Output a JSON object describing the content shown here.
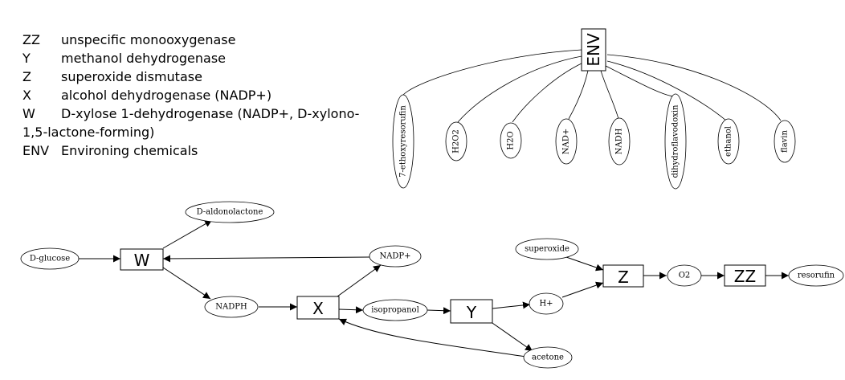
{
  "legend": [
    {
      "code": "ZZ",
      "desc": "unspecific monooxygenase"
    },
    {
      "code": "Y",
      "desc": "methanol dehydrogenase"
    },
    {
      "code": "Z",
      "desc": "superoxide dismutase"
    },
    {
      "code": "X",
      "desc": "alcohol dehydrogenase (NADP+)"
    },
    {
      "code": "W",
      "desc": "D-xylose 1-dehydrogenase (NADP+, D-xylono-1,5-lactone-forming)"
    },
    {
      "code": "ENV",
      "desc": "Environing chemicals"
    }
  ],
  "env": {
    "label": "ENV",
    "chemicals": [
      "7-ethoxyresorufin",
      "H2O2",
      "H2O",
      "NAD+",
      "NADH",
      "dihydroflavodoxin",
      "ethanol",
      "flavin"
    ]
  },
  "enzymes": {
    "W": "W",
    "X": "X",
    "Y": "Y",
    "Z": "Z",
    "ZZ": "ZZ"
  },
  "metabolites": {
    "d_glucose": "D-glucose",
    "d_aldonolactone": "D-aldonolactone",
    "nadp_plus": "NADP+",
    "nadph": "NADPH",
    "isopropanol": "isopropanol",
    "acetone": "acetone",
    "h_plus": "H+",
    "superoxide": "superoxide",
    "o2": "O2",
    "resorufin": "resorufin"
  }
}
